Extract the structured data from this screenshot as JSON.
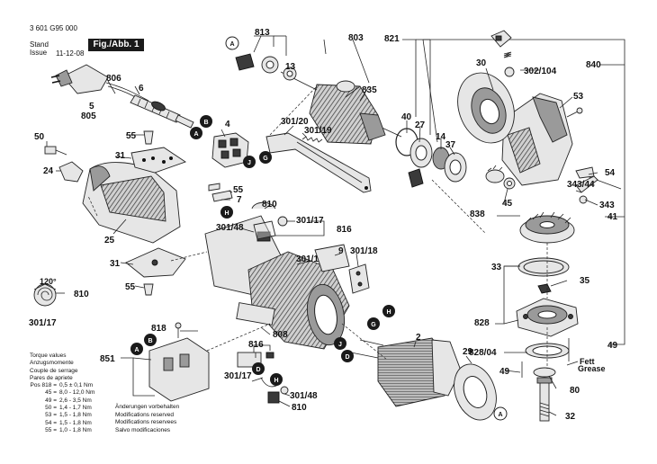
{
  "header": {
    "doc_number": "3 601 G95 000",
    "stand_label": "Stand",
    "issue_label": "Issue",
    "date": "11-12-08",
    "figure": "Fig./Abb. 1"
  },
  "torque": {
    "lines": [
      "Torque values",
      "Anzugsmomente",
      "Couple de serrage",
      "Pares de apriete"
    ],
    "rows": [
      {
        "pos": "Pos 818 =",
        "value": "0,5 ± 0,1 Nm"
      },
      {
        "pos": "45 =",
        "value": "8,0 - 12,0 Nm"
      },
      {
        "pos": "49 =",
        "value": "2,6 - 3,5 Nm"
      },
      {
        "pos": "50 =",
        "value": "1,4 - 1,7 Nm"
      },
      {
        "pos": "53 =",
        "value": "1,5 - 1,8 Nm"
      },
      {
        "pos": "54 =",
        "value": "1,5 - 1,8 Nm"
      },
      {
        "pos": "55 =",
        "value": "1,0 - 1,8 Nm"
      }
    ]
  },
  "modifications": [
    "Änderungen vorbehalten",
    "Modifications reserved",
    "Modifications reservees",
    "Salvo modificaciones"
  ],
  "grease": [
    "Fett",
    "Grease"
  ],
  "angle": "120°",
  "labels": {
    "l813": "813",
    "l803": "803",
    "l821": "821",
    "l840": "840",
    "l13": "13",
    "l806": "806",
    "l6": "6",
    "l5": "5",
    "l805": "805",
    "l835": "835",
    "l30": "30",
    "l302_104": "302/104",
    "l53": "53",
    "l4": "4",
    "l301_20": "301/20",
    "l301_19": "301/19",
    "l40": "40",
    "l27": "27",
    "l14": "14",
    "l37": "37",
    "l50": "50",
    "l55a": "55",
    "l31a": "31",
    "l24": "24",
    "l55b": "55",
    "l7": "7",
    "l54": "54",
    "l343_44": "343/44",
    "l810a": "810",
    "l301_48a": "301/48",
    "l301_17a": "301/17",
    "l816a": "816",
    "l838": "838",
    "l45": "45",
    "l343": "343",
    "l41": "41",
    "l25": "25",
    "l9": "9",
    "l301_1": "301/1",
    "l301_18": "301/18",
    "l31b": "31",
    "l33": "33",
    "l35": "35",
    "l55c": "55",
    "l810b": "810",
    "l301_17b": "301/17",
    "l818": "818",
    "l808": "808",
    "l828": "828",
    "l2": "2",
    "l851": "851",
    "l49a": "49",
    "l828_04": "828/04",
    "l29": "29",
    "l49b": "49",
    "l816b": "816",
    "l301_17c": "301/17",
    "l301_48b": "301/48",
    "l810c": "810",
    "l80": "80",
    "l32": "32"
  },
  "badges": {
    "A": "A",
    "B": "B",
    "D": "D",
    "G": "G",
    "H": "H",
    "J": "J"
  }
}
